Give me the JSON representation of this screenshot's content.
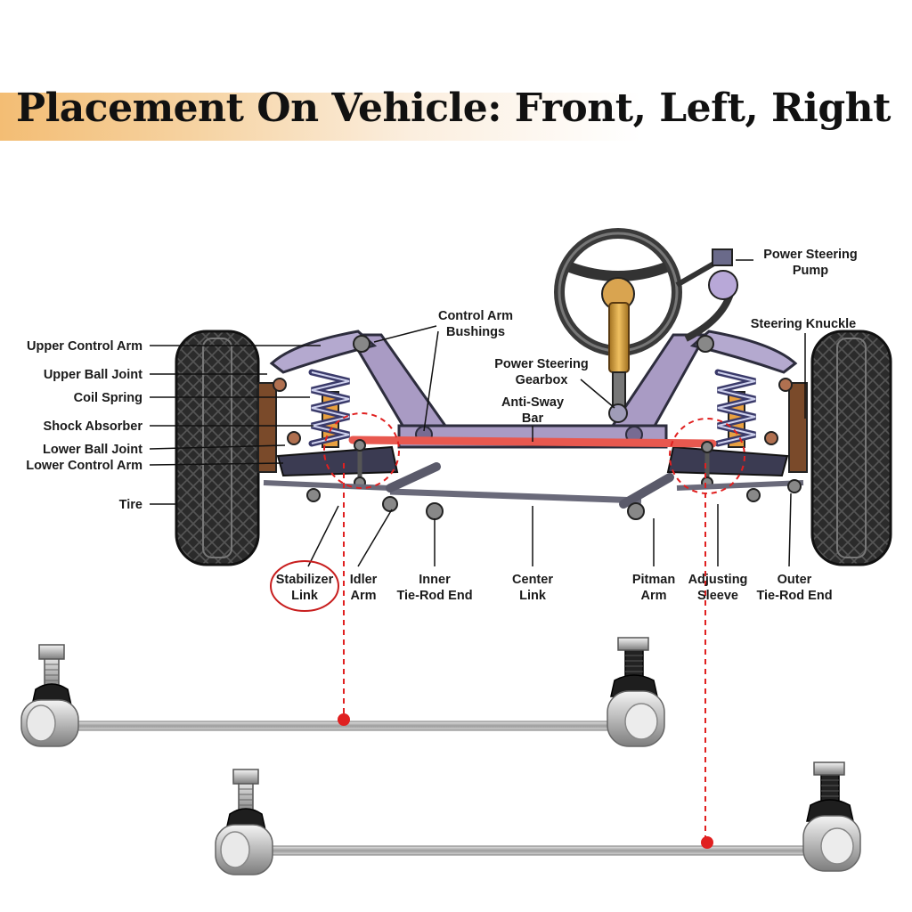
{
  "title": "Placement On Vehicle: Front, Left, Right",
  "labels": {
    "upper_control_arm": "Upper Control Arm",
    "upper_ball_joint": "Upper Ball Joint",
    "coil_spring": "Coil Spring",
    "shock_absorber": "Shock Absorber",
    "lower_ball_joint": "Lower Ball Joint",
    "lower_control_arm": "Lower Control Arm",
    "tire": "Tire",
    "control_arm_bushings_1": "Control Arm",
    "control_arm_bushings_2": "Bushings",
    "power_steering_gearbox_1": "Power Steering",
    "power_steering_gearbox_2": "Gearbox",
    "anti_sway_bar_1": "Anti-Sway",
    "anti_sway_bar_2": "Bar",
    "power_steering_pump_1": "Power Steering",
    "power_steering_pump_2": "Pump",
    "steering_knuckle": "Steering Knuckle",
    "stabilizer_link_1": "Stabilizer",
    "stabilizer_link_2": "Link",
    "idler_arm_1": "Idler",
    "idler_arm_2": "Arm",
    "inner_tie_rod_1": "Inner",
    "inner_tie_rod_2": "Tie-Rod End",
    "center_link_1": "Center",
    "center_link_2": "Link",
    "pitman_arm_1": "Pitman",
    "pitman_arm_2": "Arm",
    "adjusting_sleeve_1": "Adjusting",
    "adjusting_sleeve_2": "Sleeve",
    "outer_tie_rod_1": "Outer",
    "outer_tie_rod_2": "Tie-Rod End"
  },
  "colors": {
    "frame": "#a99bc4",
    "anti_sway_bar": "#e8584f",
    "highlight": "#e02020",
    "tire": "#2b2b2b",
    "spring": "#3a3a6a",
    "shock": "#e8a040",
    "title_band": "#f3bd74"
  }
}
